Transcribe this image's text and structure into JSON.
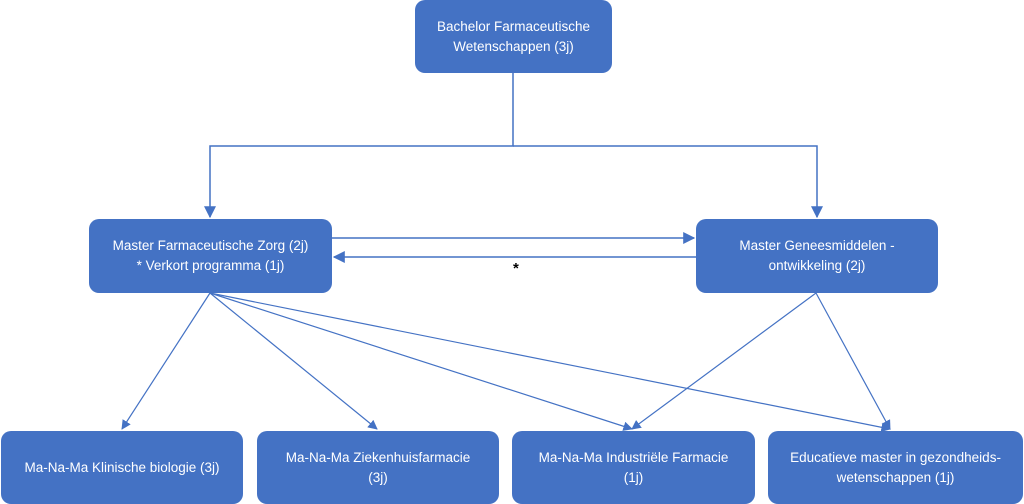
{
  "diagram": {
    "colors": {
      "box": "#4472C4",
      "text": "#FFFFFF",
      "line": "#4472C4"
    },
    "nodes": {
      "bachelor": {
        "line1": "Bachelor Farmaceutische",
        "line2": "Wetenschappen (3j)"
      },
      "master_zorg": {
        "line1": "Master Farmaceutische Zorg (2j)",
        "line2": "* Verkort programma (1j)"
      },
      "master_gm": {
        "line1": "Master Geneesmiddelen -",
        "line2": "ontwikkeling (2j)"
      },
      "manama_klin": {
        "line1": "Ma-Na-Ma Klinische biologie (3j)"
      },
      "manama_zh": {
        "line1": "Ma-Na-Ma Ziekenhuisfarmacie",
        "line2": "(3j)"
      },
      "manama_ind": {
        "line1": "Ma-Na-Ma Industriële Farmacie",
        "line2": "(1j)"
      },
      "edu": {
        "line1": "Educatieve master in gezondheids-",
        "line2": "wetenschappen (1j)"
      }
    },
    "asterisk_label": "*",
    "edges": [
      {
        "from": "bachelor",
        "to": "master_zorg"
      },
      {
        "from": "bachelor",
        "to": "master_gm"
      },
      {
        "from": "master_zorg",
        "to": "master_gm"
      },
      {
        "from": "master_gm",
        "to": "master_zorg",
        "label": "*"
      },
      {
        "from": "master_zorg",
        "to": "manama_klin"
      },
      {
        "from": "master_zorg",
        "to": "manama_zh"
      },
      {
        "from": "master_zorg",
        "to": "manama_ind"
      },
      {
        "from": "master_zorg",
        "to": "edu"
      },
      {
        "from": "master_gm",
        "to": "manama_ind"
      },
      {
        "from": "master_gm",
        "to": "edu"
      }
    ]
  }
}
